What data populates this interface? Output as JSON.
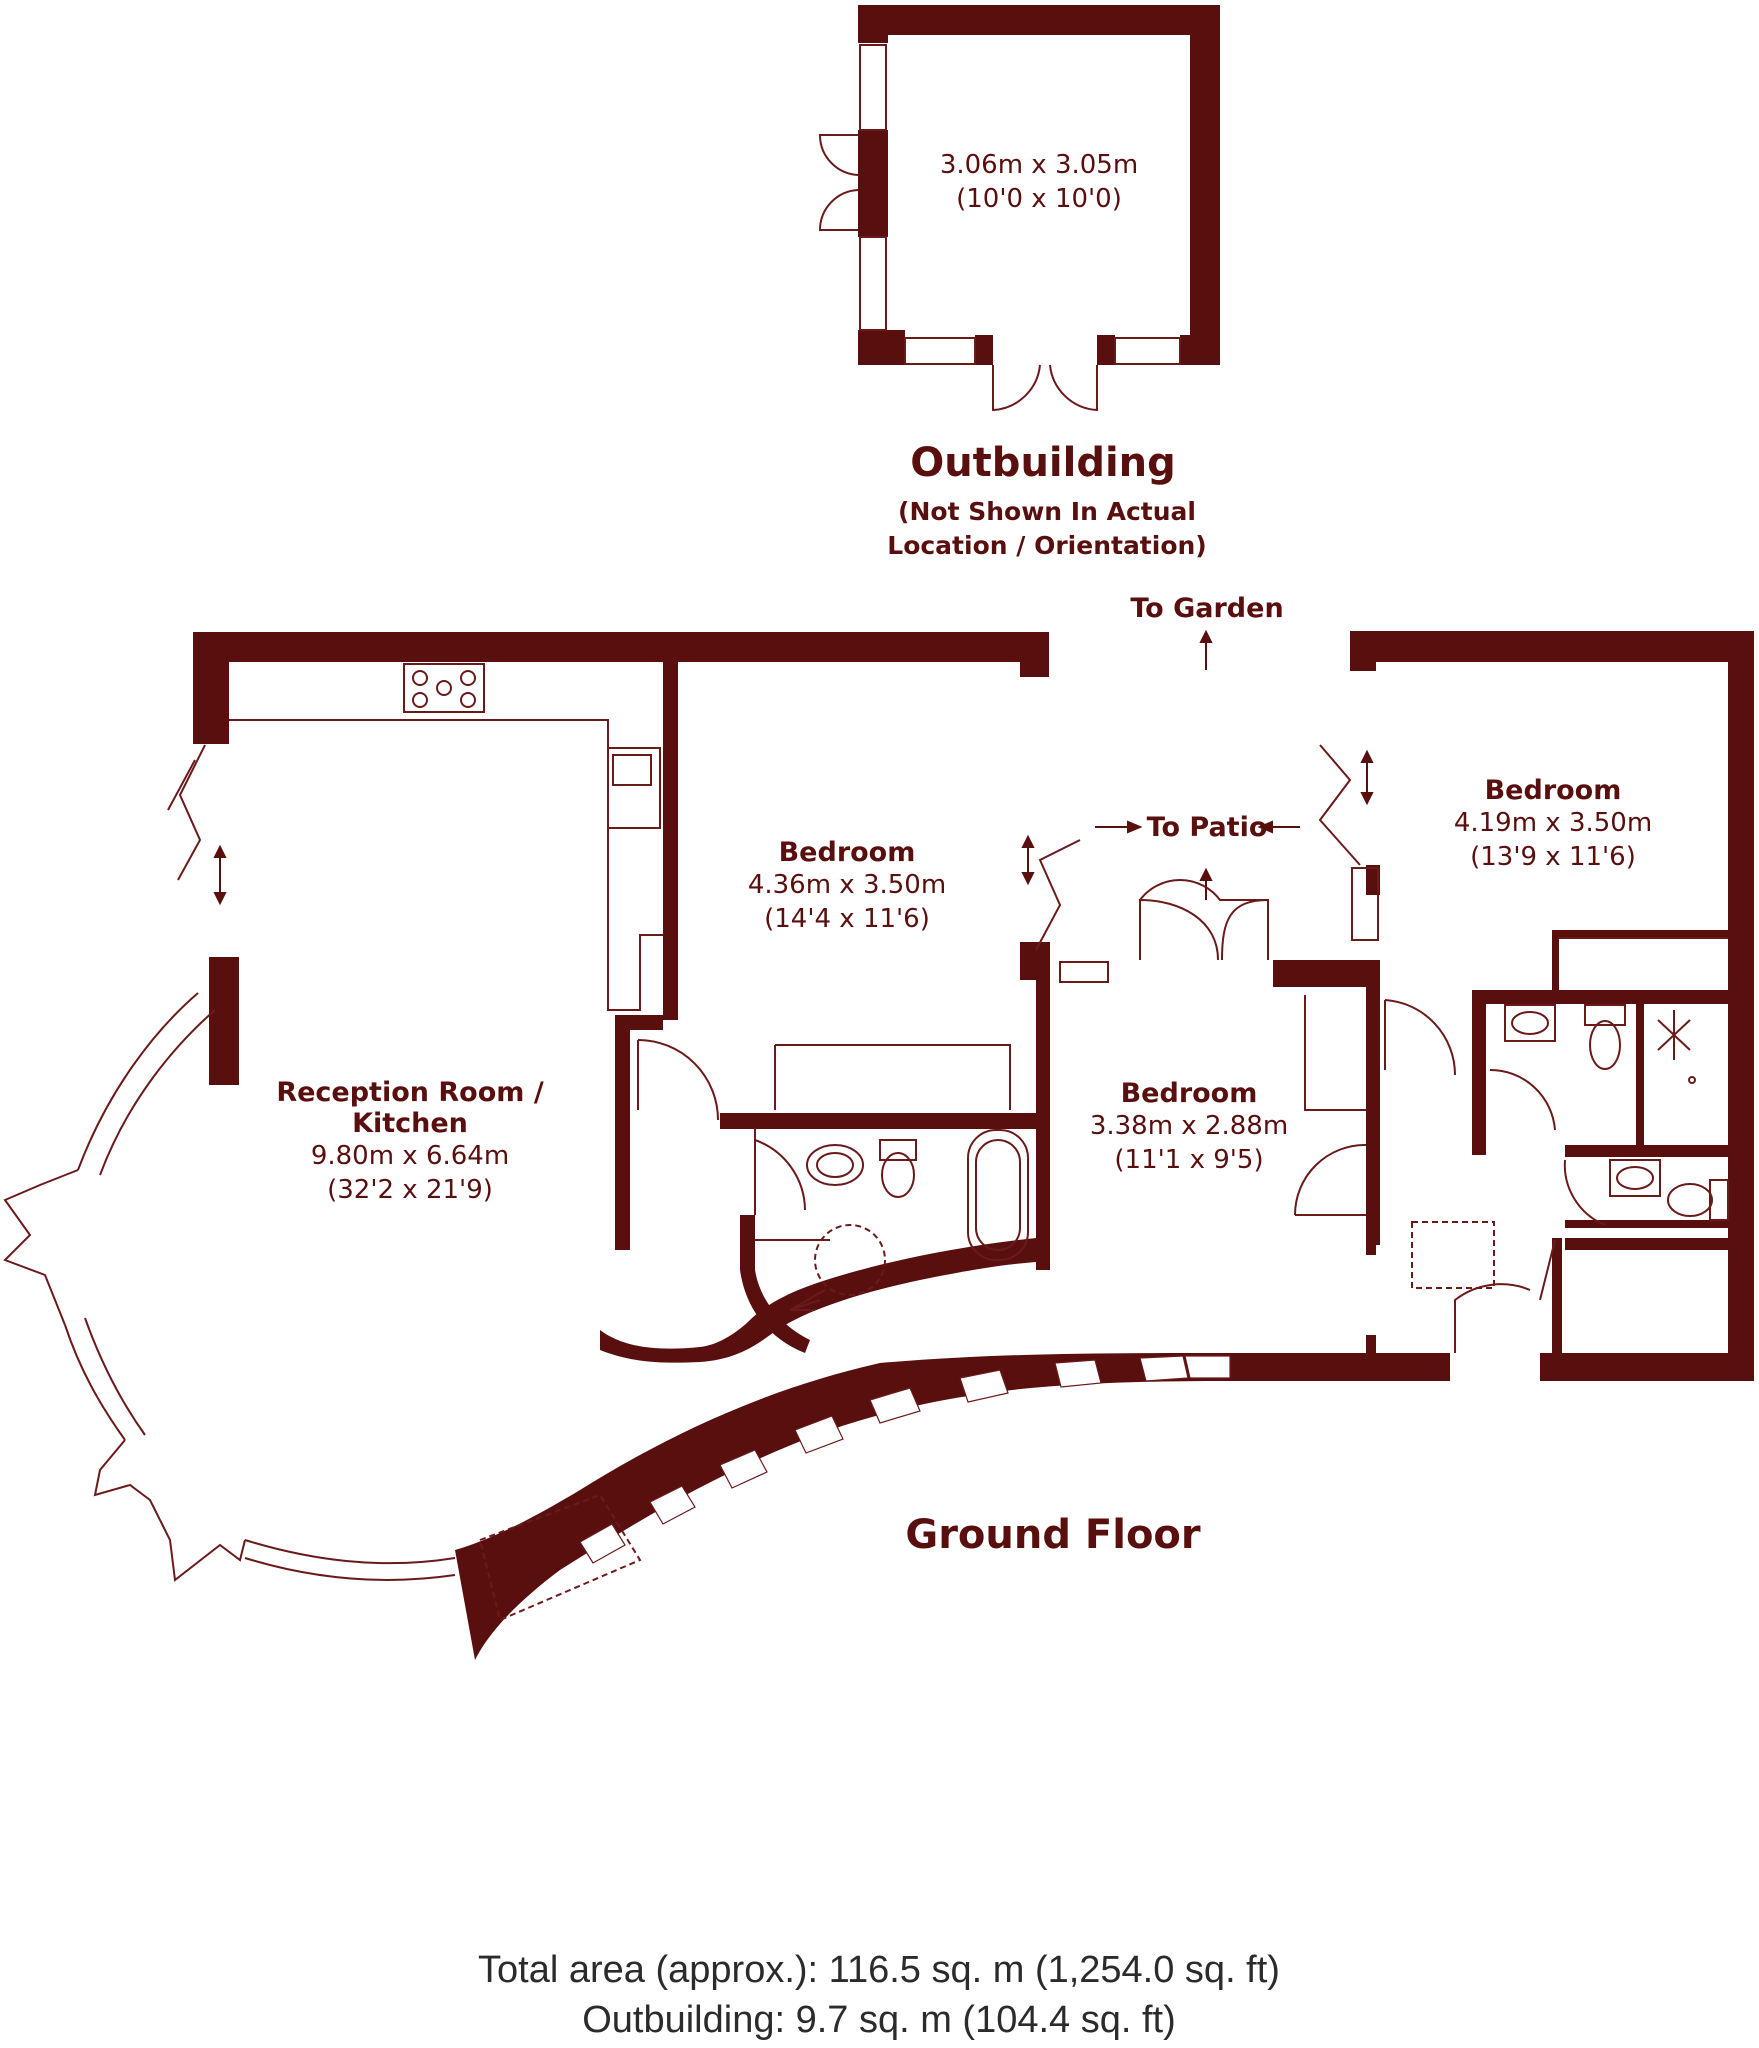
{
  "colors": {
    "wall": "#5a0f0f",
    "line": "#6b1a1a",
    "text": "#5a0f0f",
    "totals_text": "#2b2b2b"
  },
  "outbuilding": {
    "dim_m": "3.06m x 3.05m",
    "dim_ft": "(10'0 x 10'0)",
    "title": "Outbuilding",
    "note_line1": "(Not Shown In Actual",
    "note_line2": "Location / Orientation)"
  },
  "directions": {
    "to_garden": "To Garden",
    "to_patio": "To Patio"
  },
  "rooms": {
    "reception": {
      "name_line1": "Reception Room /",
      "name_line2": "Kitchen",
      "dim_m": "9.80m x 6.64m",
      "dim_ft": "(32'2 x 21'9)"
    },
    "bedroom1": {
      "name": "Bedroom",
      "dim_m": "4.36m x 3.50m",
      "dim_ft": "(14'4 x 11'6)"
    },
    "bedroom2": {
      "name": "Bedroom",
      "dim_m": "3.38m x 2.88m",
      "dim_ft": "(11'1 x 9'5)"
    },
    "bedroom3": {
      "name": "Bedroom",
      "dim_m": "4.19m x 3.50m",
      "dim_ft": "(13'9 x 11'6)"
    }
  },
  "floor_title": "Ground Floor",
  "totals": {
    "total_area": "Total area (approx.): 116.5 sq. m (1,254.0 sq. ft)",
    "outbuilding_area": "Outbuilding: 9.7 sq. m (104.4 sq. ft)"
  }
}
